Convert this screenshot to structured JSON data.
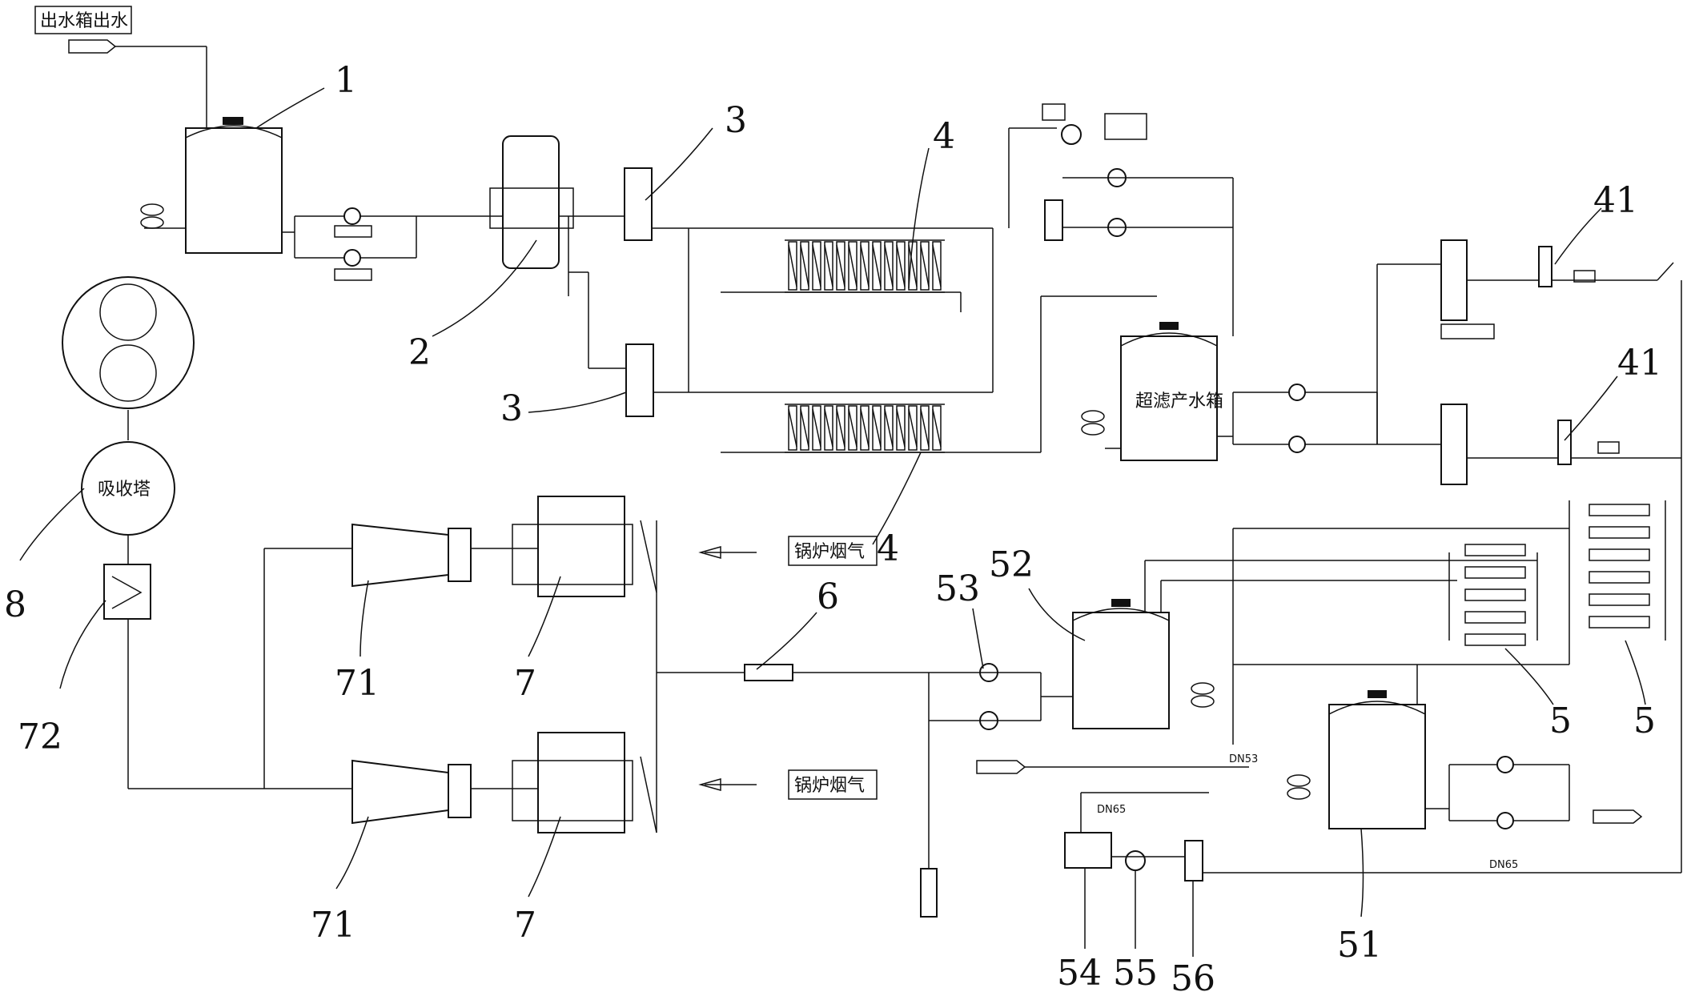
{
  "labels": {
    "source_water": "出水箱出水",
    "absorption_tower": "吸收塔",
    "boiler_flue_gas_top": "锅炉烟气",
    "boiler_flue_gas_bottom": "锅炉烟气",
    "uf_product_tank": "超滤产水箱",
    "line_dn53": "DN53",
    "line_dn65_a": "DN65",
    "line_dn65_b": "DN65"
  },
  "callouts": {
    "c1": "1",
    "c2": "2",
    "c3a": "3",
    "c3b": "3",
    "c4a": "4",
    "c4b": "4",
    "c41a": "41",
    "c41b": "41",
    "c5a": "5",
    "c5b": "5",
    "c51": "51",
    "c52": "52",
    "c53": "53",
    "c54": "54",
    "c55": "55",
    "c56": "56",
    "c6": "6",
    "c7a": "7",
    "c7b": "7",
    "c71a": "71",
    "c71b": "71",
    "c72": "72",
    "c8": "8"
  }
}
